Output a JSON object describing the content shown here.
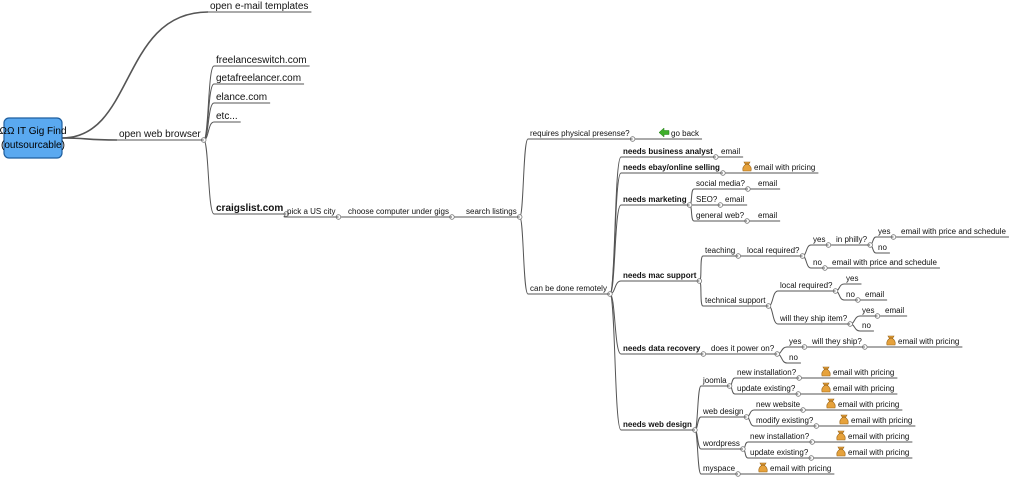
{
  "root": {
    "line1": "ΩΩ IT Gig Find",
    "line2": "(outsourcable)"
  },
  "nodes": {
    "open_email": "open e-mail templates",
    "open_web": "open web browser",
    "freelanceswitch": "freelanceswitch.com",
    "getafreelancer": "getafreelancer.com",
    "elance": "elance.com",
    "etc": "etc...",
    "craigslist": "craigslist.com",
    "pick_city": "pick a US city",
    "choose_computer": "choose computer under gigs",
    "search_listings": "search listings",
    "requires_physical": "requires physical presense?",
    "go_back": "go back",
    "can_be_done": "can be done remotely",
    "biz_analyst": "needs business analyst",
    "biz_email": "email",
    "ebay": "needs ebay/online selling",
    "ebay_email": "email with pricing",
    "marketing": "needs marketing",
    "social": "social media?",
    "social_email": "email",
    "seo": "SEO?",
    "seo_email": "email",
    "general_web": "general web?",
    "general_email": "email",
    "mac": "needs mac support",
    "teaching": "teaching",
    "local_req": "local required?",
    "yes_1": "yes",
    "in_philly": "in philly?",
    "yes_2": "yes",
    "philly_email": "email with price and schedule",
    "no_1": "no",
    "no_2": "no",
    "no_local_email": "email with price and schedule",
    "tech_support": "technical support",
    "local_req_2": "local required?",
    "yes_3": "yes",
    "no_3": "no",
    "no3_email": "email",
    "ship_item": "will they ship item?",
    "yes_4": "yes",
    "ship_email": "email",
    "no_4": "no",
    "data_recovery": "needs data recovery",
    "power_on": "does it power on?",
    "yes_5": "yes",
    "will_ship": "will they ship?",
    "dr_email": "email with pricing",
    "no_5": "no",
    "web_design": "needs web design",
    "joomla": "joomla",
    "j_new": "new installation?",
    "j_new_email": "email with pricing",
    "j_update": "update existing?",
    "j_update_email": "email with pricing",
    "webdesign": "web design",
    "wd_new": "new website",
    "wd_new_email": "email with pricing",
    "wd_modify": "modify existing?",
    "wd_modify_email": "email with pricing",
    "wordpress": "wordpress",
    "wp_new": "new installation?",
    "wp_new_email": "email with pricing",
    "wp_update": "update existing?",
    "wp_update_email": "email with pricing",
    "myspace": "myspace",
    "myspace_email": "email with pricing"
  },
  "icons": {
    "pricing_icon": "money-bag-icon",
    "go_back_icon": "green-left-arrow-icon"
  },
  "colors": {
    "root_fill": "#5aa9f0",
    "root_stroke": "#1f5f9f",
    "line": "#555555",
    "arrow": "#3fae2a",
    "bag": "#e6a23c"
  }
}
